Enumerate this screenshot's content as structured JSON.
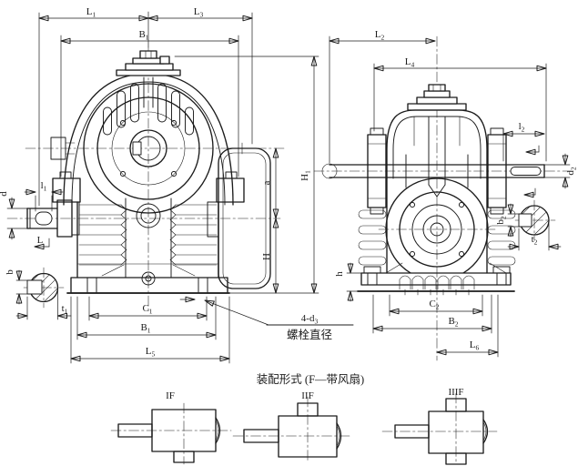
{
  "colors": {
    "line": "#1c1c1c",
    "background": "#ffffff"
  },
  "dims": {
    "L1": {
      "b": "L",
      "s": "1"
    },
    "L3": {
      "b": "L",
      "s": "3"
    },
    "B1": {
      "b": "B",
      "s": "1"
    },
    "l1": {
      "b": "l",
      "s": "1"
    },
    "d": {
      "b": "d",
      "s": ""
    },
    "L": {
      "b": "L",
      "s": ""
    },
    "a": {
      "b": "a",
      "s": ""
    },
    "H1": {
      "b": "H",
      "s": "1"
    },
    "H": {
      "b": "H",
      "s": ""
    },
    "b": {
      "b": "b",
      "s": ""
    },
    "t1": {
      "b": "t",
      "s": "1"
    },
    "C1": {
      "b": "C",
      "s": "1"
    },
    "L5": {
      "b": "L",
      "s": "5"
    },
    "L2": {
      "b": "L",
      "s": "2"
    },
    "L4": {
      "b": "L",
      "s": "4"
    },
    "l2": {
      "b": "l",
      "s": "2"
    },
    "d2": {
      "b": "d",
      "s": "2"
    },
    "b2": {
      "b": "b",
      "s": "2"
    },
    "t2": {
      "b": "t",
      "s": "2"
    },
    "h": {
      "b": "h",
      "s": ""
    },
    "C2": {
      "b": "C",
      "s": "2"
    },
    "B2": {
      "b": "B",
      "s": "2"
    },
    "L6": {
      "b": "L",
      "s": "6"
    }
  },
  "callout": {
    "top_base": "4-d",
    "top_sub": "3",
    "bottom_text": "螺栓直径"
  },
  "assembly": {
    "caption": "装配形式 (F—带风扇)",
    "variants": [
      {
        "label": "IF"
      },
      {
        "label": "IIF"
      },
      {
        "label": "IIIF"
      }
    ]
  }
}
